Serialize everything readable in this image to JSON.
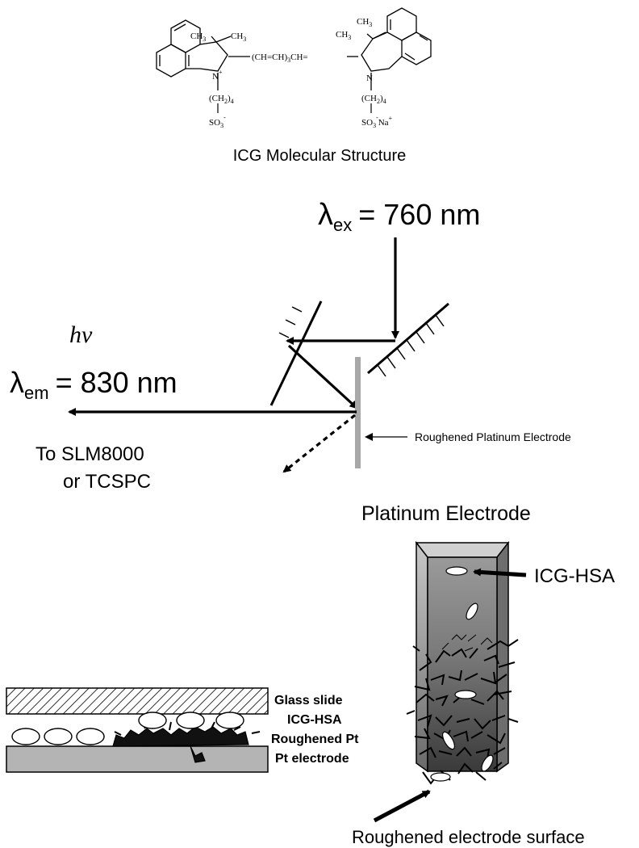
{
  "structure": {
    "caption": "ICG Molecular Structure",
    "left_unit": {
      "methyl_a": "CH",
      "methyl_b": "CH",
      "sub3": "3",
      "nitrogen": "N",
      "plus": "+",
      "chain": "(CH",
      "chain_sub": "2",
      "chain_end": ")",
      "chain_n": "4",
      "sulfo": "SO",
      "sulfo_sub": "3",
      "sulfo_sup": "-"
    },
    "bridge": {
      "open": "(CH",
      "eq": "=",
      "mid": "CH)",
      "n": "3",
      "tail": "CH="
    },
    "right_unit": {
      "methyl_a": "CH",
      "methyl_b": "CH",
      "sub3": "3",
      "nitrogen": "N",
      "chain": "(CH",
      "chain_sub": "2",
      "chain_end": ")",
      "chain_n": "4",
      "sulfo": "SO",
      "sulfo_sub": "3",
      "sulfo_sup": "-",
      "counterion": "Na",
      "counter_sup": "+"
    }
  },
  "optics": {
    "excitation": {
      "symbol": "λ",
      "sub": "ex",
      "value": "= 760 nm"
    },
    "photon": "hν",
    "emission": {
      "symbol": "λ",
      "sub": "em",
      "value": "= 830 nm"
    },
    "detector_line1": "To SLM8000",
    "detector_line2": "or TCSPC",
    "electrode_label": "Roughened Platinum Electrode"
  },
  "electrode_3d": {
    "title": "Platinum Electrode",
    "particle_label": "ICG-HSA",
    "surface_label": "Roughened electrode surface"
  },
  "cross_section": {
    "layers": [
      "Glass slide",
      "ICG-HSA",
      "Roughened Pt",
      "Pt electrode"
    ]
  },
  "colors": {
    "ink": "#000000",
    "electrode_gray": "#a8a8a8",
    "pt_layer": "#b4b4b4",
    "electrode_face": "#8c8c8c"
  }
}
